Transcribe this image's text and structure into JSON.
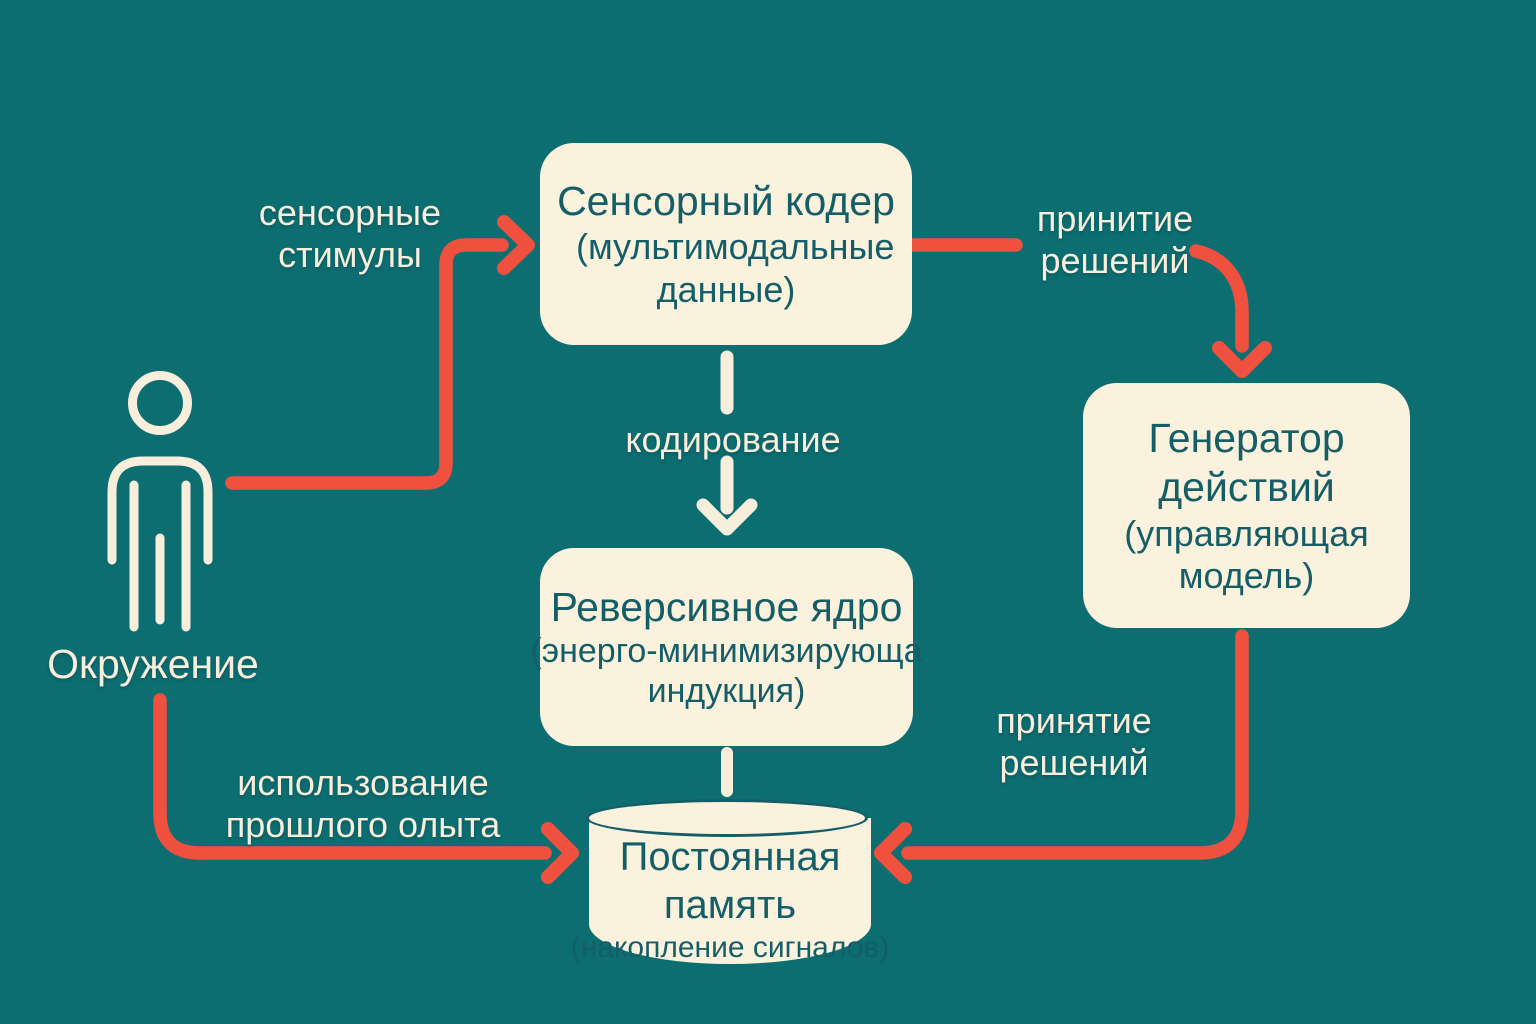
{
  "colors": {
    "background": "#0D6E72",
    "node_fill": "#FAF2DD",
    "node_text": "#155E68",
    "arrow_red": "#F0513F",
    "arrow_cream": "#F7EEDB",
    "label_text": "#F7EEDB"
  },
  "diagram": {
    "environment_label": "Окружение",
    "nodes": {
      "sensor_encoder": {
        "title": "Сенсорный кодер",
        "subtitle": "(мультимодальные данные)"
      },
      "action_generator": {
        "title": "Генератор действий",
        "subtitle": "(управляющая модель)"
      },
      "reversible_core": {
        "title": "Реверсивное ядро",
        "subtitle": "(энерго-минимизирующа индукция)"
      },
      "persistent_memory": {
        "title": "Постоянная память",
        "subtitle": "(накопление сигналов)"
      }
    },
    "edge_labels": {
      "sensory_stimuli": "сенсорные стимулы",
      "decision_making_top": "принитие решений",
      "encoding": "кодирование",
      "past_experience": "использование прошлого олыта",
      "decision_making_bottom": "принятие решений"
    }
  }
}
